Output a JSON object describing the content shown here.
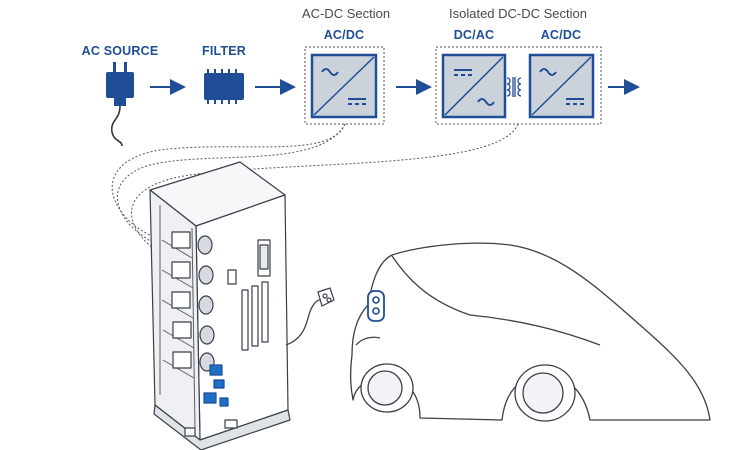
{
  "colors": {
    "brand_blue": "#1f4e97",
    "box_fill": "#ccd2d9",
    "outline": "#3a4048",
    "dashed": "#555555"
  },
  "pipeline": {
    "ac_source_label": "AC SOURCE",
    "filter_label": "FILTER",
    "acdc_section_title": "AC-DC Section",
    "isolated_section_title": "Isolated DC-DC Section",
    "acdc_block_label": "AC/DC",
    "dcac_block_label": "DC/AC",
    "acdc2_block_label": "AC/DC"
  },
  "icons": {
    "ac_source": "plug-icon",
    "filter": "chip-icon",
    "converter": "converter-block-icon",
    "arrow": "arrow-right-icon",
    "charger": "charging-station-illustration",
    "car": "electric-car-illustration"
  }
}
